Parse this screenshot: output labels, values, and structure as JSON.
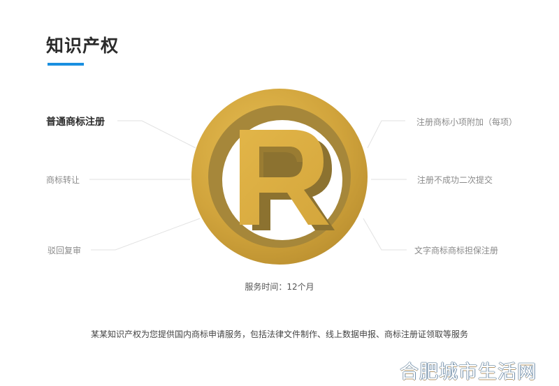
{
  "header": {
    "title": "知识产权",
    "accent_color": "#1a8fe0"
  },
  "services": {
    "left": [
      {
        "label": "普通商标注册",
        "emphasis": true
      },
      {
        "label": "商标转让",
        "emphasis": false
      },
      {
        "label": "驳回复审",
        "emphasis": false
      }
    ],
    "right": [
      {
        "label": "注册商标小项附加（每项）"
      },
      {
        "label": "注册不成功二次提交"
      },
      {
        "label": "文字商标商标担保注册"
      }
    ]
  },
  "emblem": {
    "icon": "registered-trademark-icon",
    "letter": "R",
    "gold_color": "#d4a63c",
    "ring_shadow_color": "#a8863a"
  },
  "service_time": "服务时间：12个月",
  "footer": {
    "description": "某某知识产权为您提供国内商标申请服务，包括法律文件制作、线上数据申报、商标注册证领取等服务"
  },
  "watermark": "合肥城市生活网"
}
